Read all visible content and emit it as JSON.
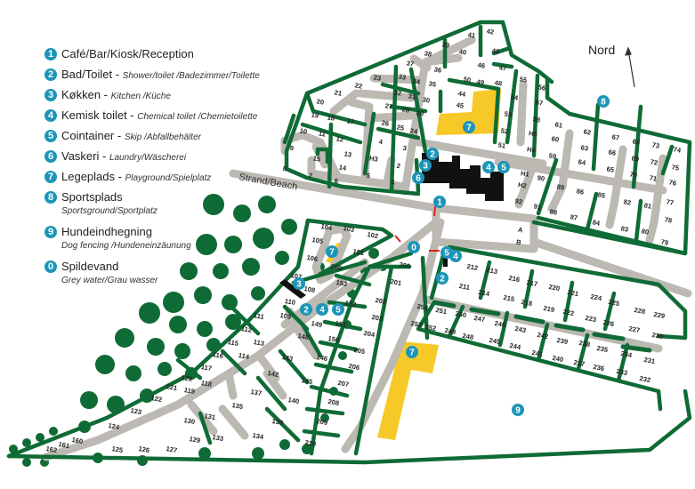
{
  "legend": [
    {
      "num": "1",
      "label": "Café/Bar/Kiosk/Reception",
      "translation": ""
    },
    {
      "num": "2",
      "label": "Bad/Toilet - ",
      "translation": "Shower/toilet /Badezimmer/Toilette"
    },
    {
      "num": "3",
      "label": "Køkken - ",
      "translation": "Kitchen /Küche"
    },
    {
      "num": "4",
      "label": "Kemisk toilet - ",
      "translation": "Chemical toilet /Chemietoilette"
    },
    {
      "num": "5",
      "label": "Cointainer - ",
      "translation": "Skip /Abfallbehälter"
    },
    {
      "num": "6",
      "label": "Vaskeri - ",
      "translation": "Laundry/Wäscherei"
    },
    {
      "num": "7",
      "label": "Legeplads - ",
      "translation": "Playground/Spielplatz"
    },
    {
      "num": "8",
      "label": "Sportsplads",
      "sub": "Sportsground/Sportplatz"
    },
    {
      "num": "9",
      "label": "Hundeindhegning",
      "sub": "Dog fencing /Hundeneinzäunung"
    },
    {
      "num": "0",
      "label": "Spildevand",
      "sub": "Grey water/Grau wasser"
    }
  ],
  "compass": {
    "label": "Nord"
  },
  "road_label": "Strand/Beach",
  "colors": {
    "hedge": "#0f6b35",
    "road": "#bcb8b2",
    "playground": "#f7c928",
    "marker": "#1d95b8",
    "building": "#111111",
    "greywater": "#e02020"
  },
  "markers": [
    "1",
    "2",
    "3",
    "6",
    "4",
    "5",
    "7",
    "8",
    "0",
    "5",
    "4",
    "2",
    "7",
    "3",
    "2",
    "4",
    "5",
    "7",
    "9"
  ],
  "pitches": [
    "42",
    "41",
    "39",
    "40",
    "43",
    "38",
    "46",
    "47",
    "37",
    "36",
    "50",
    "49",
    "48",
    "33",
    "34",
    "35",
    "44",
    "45",
    "32",
    "31",
    "30",
    "27",
    "28",
    "29",
    "26",
    "25",
    "24",
    "23",
    "22",
    "21",
    "20",
    "19",
    "18",
    "17",
    "10",
    "11",
    "12",
    "9",
    "13",
    "15",
    "14",
    "8",
    "7",
    "6",
    "4",
    "3",
    "H3",
    "2",
    "5",
    "1",
    "55",
    "56",
    "54",
    "57",
    "53",
    "58",
    "52",
    "H5",
    "51",
    "H4",
    "90",
    "H1",
    "H2",
    "92",
    "91",
    "61",
    "62",
    "60",
    "63",
    "59",
    "64",
    "67",
    "68",
    "66",
    "69",
    "65",
    "70",
    "73",
    "74",
    "72",
    "75",
    "71",
    "76",
    "89",
    "86",
    "85",
    "82",
    "81",
    "77",
    "88",
    "87",
    "84",
    "83",
    "80",
    "78",
    "79",
    "A",
    "B",
    "212",
    "213",
    "211",
    "214",
    "216",
    "217",
    "215",
    "218",
    "220",
    "221",
    "219",
    "222",
    "224",
    "225",
    "223",
    "226",
    "228",
    "229",
    "227",
    "230",
    "251",
    "250",
    "247",
    "252",
    "249",
    "248",
    "246",
    "243",
    "245",
    "244",
    "242",
    "239",
    "241",
    "240",
    "238",
    "235",
    "237",
    "236",
    "234",
    "231",
    "233",
    "232",
    "254",
    "253",
    "104",
    "103",
    "102",
    "105",
    "101",
    "106",
    "100",
    "107",
    "108",
    "110",
    "109",
    "153",
    "152",
    "151",
    "149",
    "148",
    "150",
    "146",
    "143",
    "142",
    "145",
    "200",
    "201",
    "202",
    "203",
    "204",
    "205",
    "206",
    "207",
    "111",
    "112",
    "113",
    "115",
    "116",
    "114",
    "117",
    "120",
    "118",
    "121",
    "119",
    "122",
    "123",
    "124",
    "160",
    "161",
    "162",
    "125",
    "126",
    "127",
    "130",
    "131",
    "129",
    "133",
    "135",
    "137",
    "140",
    "139",
    "134",
    "208",
    "209",
    "210"
  ]
}
